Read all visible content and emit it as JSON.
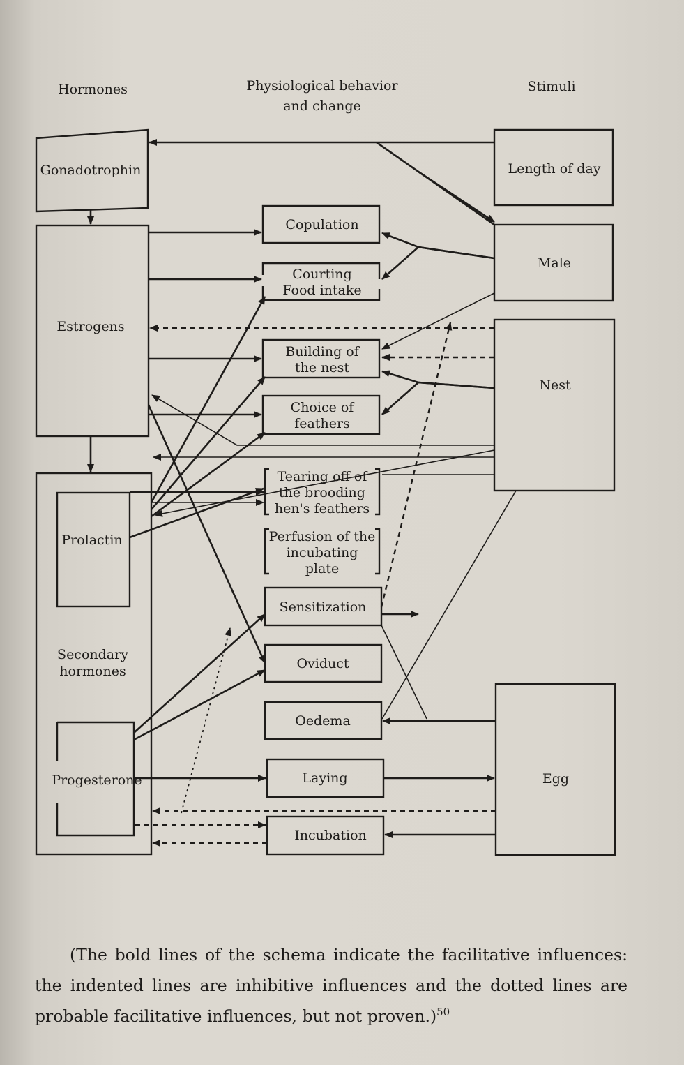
{
  "headers": {
    "hormones": "Hormones",
    "physiological_line1": "Physiological behavior",
    "physiological_line2": "and change",
    "stimuli": "Stimuli"
  },
  "hormones": {
    "gonadotrophin": "Gonadotrophin",
    "estrogens": "Estrogens",
    "prolactin": "Prolactin",
    "secondary_line1": "Secondary",
    "secondary_line2": "hormones",
    "progesterone": "Progesterone"
  },
  "behaviors": {
    "copulation": "Copulation",
    "courting": "Courting",
    "food_intake": "Food intake",
    "building_line1": "Building of",
    "building_line2": "the nest",
    "choice_line1": "Choice of",
    "choice_line2": "feathers",
    "tearing_line1": "Tearing off of",
    "tearing_line2": "the brooding",
    "tearing_line3": "hen's feathers",
    "perfusion_line1": "Perfusion of the",
    "perfusion_line2": "incubating",
    "perfusion_line3": "plate",
    "sensitization": "Sensitization",
    "oviduct": "Oviduct",
    "oedema": "Oedema",
    "laying": "Laying",
    "incubation": "Incubation"
  },
  "stimuli": {
    "length_of_day": "Length of day",
    "male": "Male",
    "nest": "Nest",
    "egg": "Egg"
  },
  "caption": {
    "text": "(The bold lines of the schema indicate the facilitative influences: the indented lines are inhibitive influences and the dotted lines are probable facilitative influences, but not proven.)",
    "footnote": "50"
  }
}
